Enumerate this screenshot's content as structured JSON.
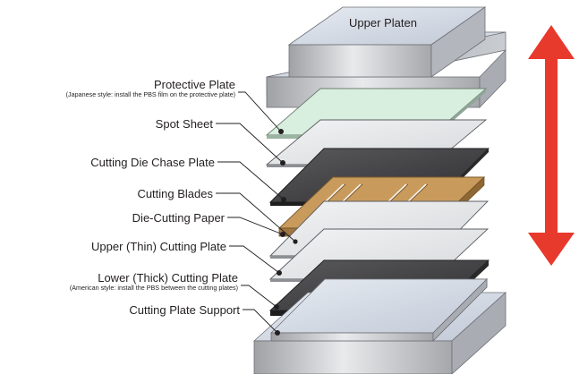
{
  "labels": {
    "upper_platen": "Upper Platen",
    "protective_plate": "Protective Plate",
    "protective_plate_note": "(Japanese style: install the PBS film on the protective plate)",
    "spot_sheet": "Spot Sheet",
    "chase_plate": "Cutting Die Chase Plate",
    "cutting_blades": "Cutting Blades",
    "die_cutting_paper": "Die-Cutting Paper",
    "upper_cutting_plate": "Upper (Thin) Cutting Plate",
    "lower_cutting_plate": "Lower (Thick) Cutting Plate",
    "lower_cutting_plate_note": "(American style: install the PBS between the cutting plates)",
    "plate_support": "Cutting Plate Support"
  },
  "colors": {
    "arrow": "#e8392d",
    "protective_plate": "#d8efdf",
    "chase_plate": "#4a4a4c",
    "paper": "#c89a5c",
    "lower_cutting_plate": "#4a4a4c"
  },
  "icons": {
    "motion": "double-headed-vertical-arrow"
  }
}
